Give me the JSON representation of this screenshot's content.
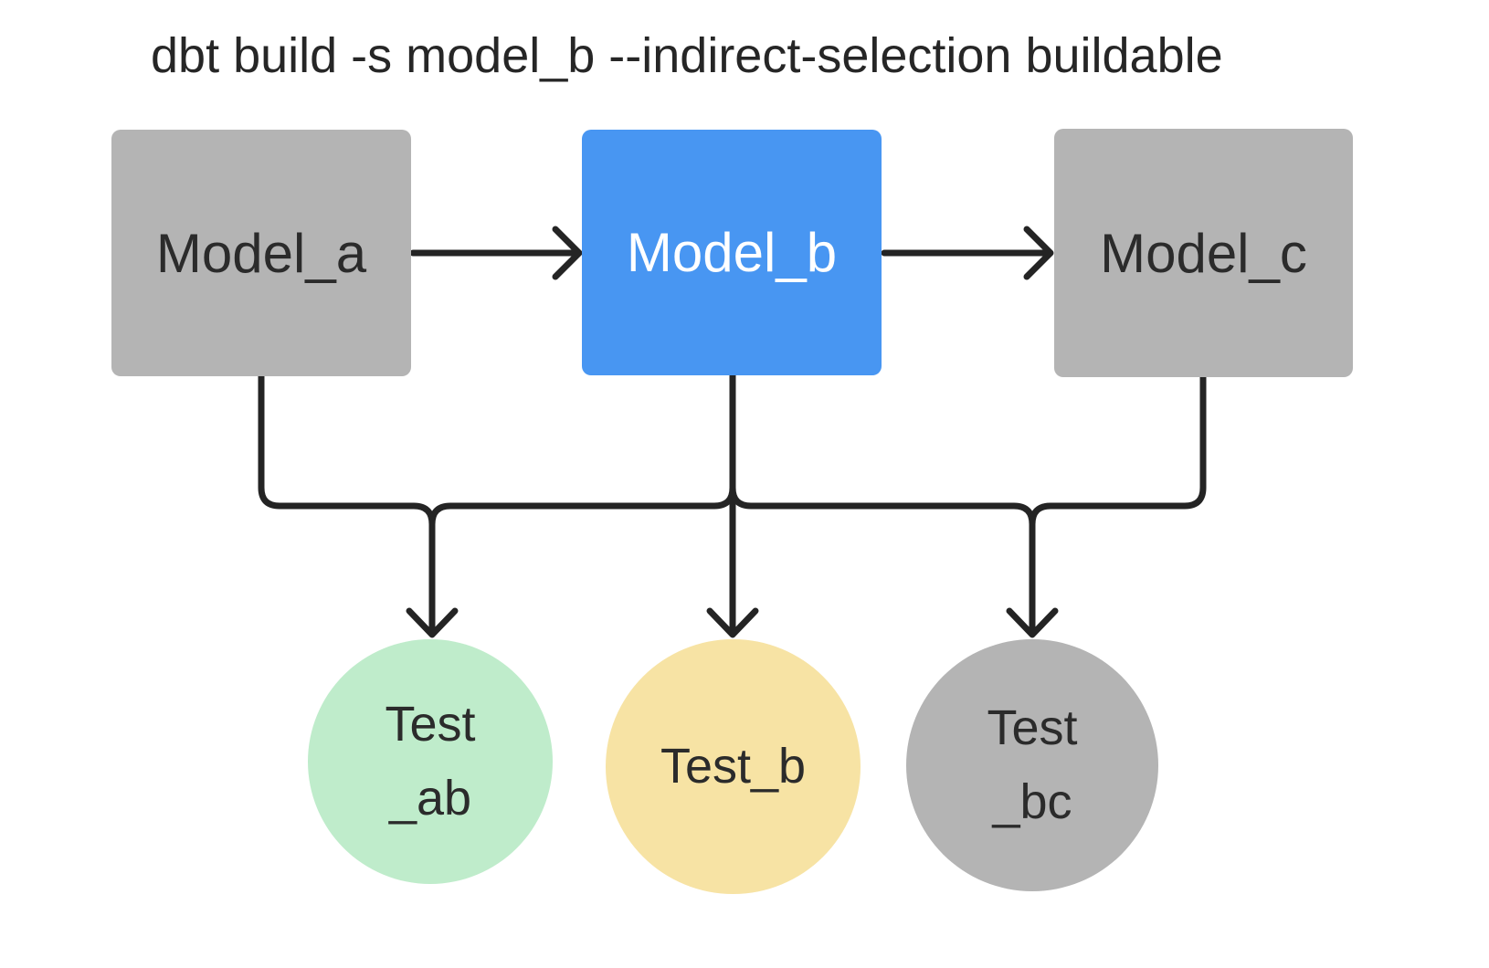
{
  "title": "dbt build -s model_b --indirect-selection buildable",
  "nodes": {
    "model_a": {
      "label": "Model_a",
      "shape": "rectangle",
      "fill": "#b4b4b4",
      "text_color": "#2b2b2b"
    },
    "model_b": {
      "label": "Model_b",
      "shape": "rectangle",
      "fill": "#4896f2",
      "text_color": "#ffffff"
    },
    "model_c": {
      "label": "Model_c",
      "shape": "rectangle",
      "fill": "#b4b4b4",
      "text_color": "#2b2b2b"
    },
    "test_ab": {
      "lines": [
        "Test",
        "_ab"
      ],
      "shape": "circle",
      "fill": "#bfeccb",
      "text_color": "#2b2b2b"
    },
    "test_b": {
      "lines": [
        "Test_b"
      ],
      "shape": "circle",
      "fill": "#f7e3a4",
      "text_color": "#2b2b2b"
    },
    "test_bc": {
      "lines": [
        "Test",
        "_bc"
      ],
      "shape": "circle",
      "fill": "#b4b4b4",
      "text_color": "#2b2b2b"
    }
  },
  "edges": [
    {
      "from": "model_a",
      "to": "model_b"
    },
    {
      "from": "model_b",
      "to": "model_c"
    },
    {
      "from": "model_a",
      "to": "test_ab"
    },
    {
      "from": "model_b",
      "to": "test_ab"
    },
    {
      "from": "model_b",
      "to": "test_b"
    },
    {
      "from": "model_b",
      "to": "test_bc"
    },
    {
      "from": "model_c",
      "to": "test_bc"
    }
  ],
  "colors": {
    "background": "#ffffff",
    "edge_stroke": "#242424",
    "selected_model_blue": "#4896f2",
    "unselected_gray": "#b4b4b4",
    "test_green": "#bfeccb",
    "test_yellow": "#f7e3a4",
    "title_text": "#262626"
  }
}
